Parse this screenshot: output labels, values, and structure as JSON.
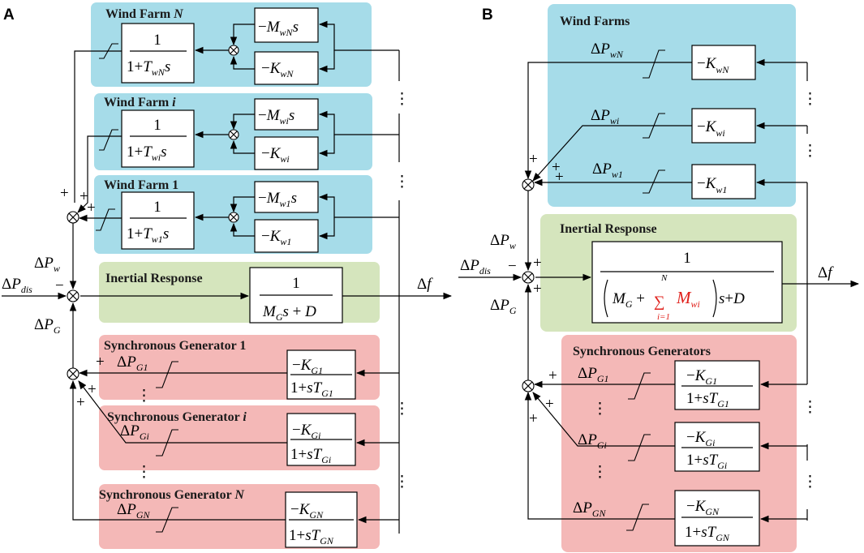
{
  "panels": {
    "A": {
      "label": "A",
      "wind_farm_n": {
        "title": "Wind Farm ",
        "index": "N"
      },
      "wind_farm_i": {
        "title": "Wind Farm ",
        "index": "i"
      },
      "wind_farm_1": {
        "title": "Wind Farm 1"
      },
      "inertial": {
        "title": "Inertial Response"
      },
      "sg1": {
        "title": "Synchronous Generator 1"
      },
      "sgi": {
        "title": "Synchronous Generator ",
        "index": "i"
      },
      "sgn": {
        "title": "Synchronous Generator ",
        "index": "N"
      }
    },
    "B": {
      "label": "B",
      "wind_farms": {
        "title": "Wind Farms"
      },
      "inertial": {
        "title": "Inertial Response"
      },
      "sgs": {
        "title": "Synchronous Generators"
      }
    }
  },
  "signals": {
    "delta": "Δ",
    "P": "P",
    "f": "f",
    "w": "w",
    "dis": "dis",
    "G": "G",
    "wN": "wN",
    "wi": "wi",
    "w1": "w1",
    "G1": "G1",
    "Gi": "Gi",
    "GN": "GN"
  },
  "blocks": {
    "one": "1",
    "minus": "−",
    "plus_sign": "+",
    "dots": "⋮",
    "M": "M",
    "K": "K",
    "T": "T",
    "D": "D",
    "s": "s",
    "one_plus": "1+",
    "sum_symbol": "∑",
    "sum_upper": "N",
    "sum_lower": "i=1"
  },
  "colors": {
    "wind": "#a6dce9",
    "inertial": "#d5e5bd",
    "generator": "#f4b8b7",
    "highlight": "#e0201b"
  }
}
